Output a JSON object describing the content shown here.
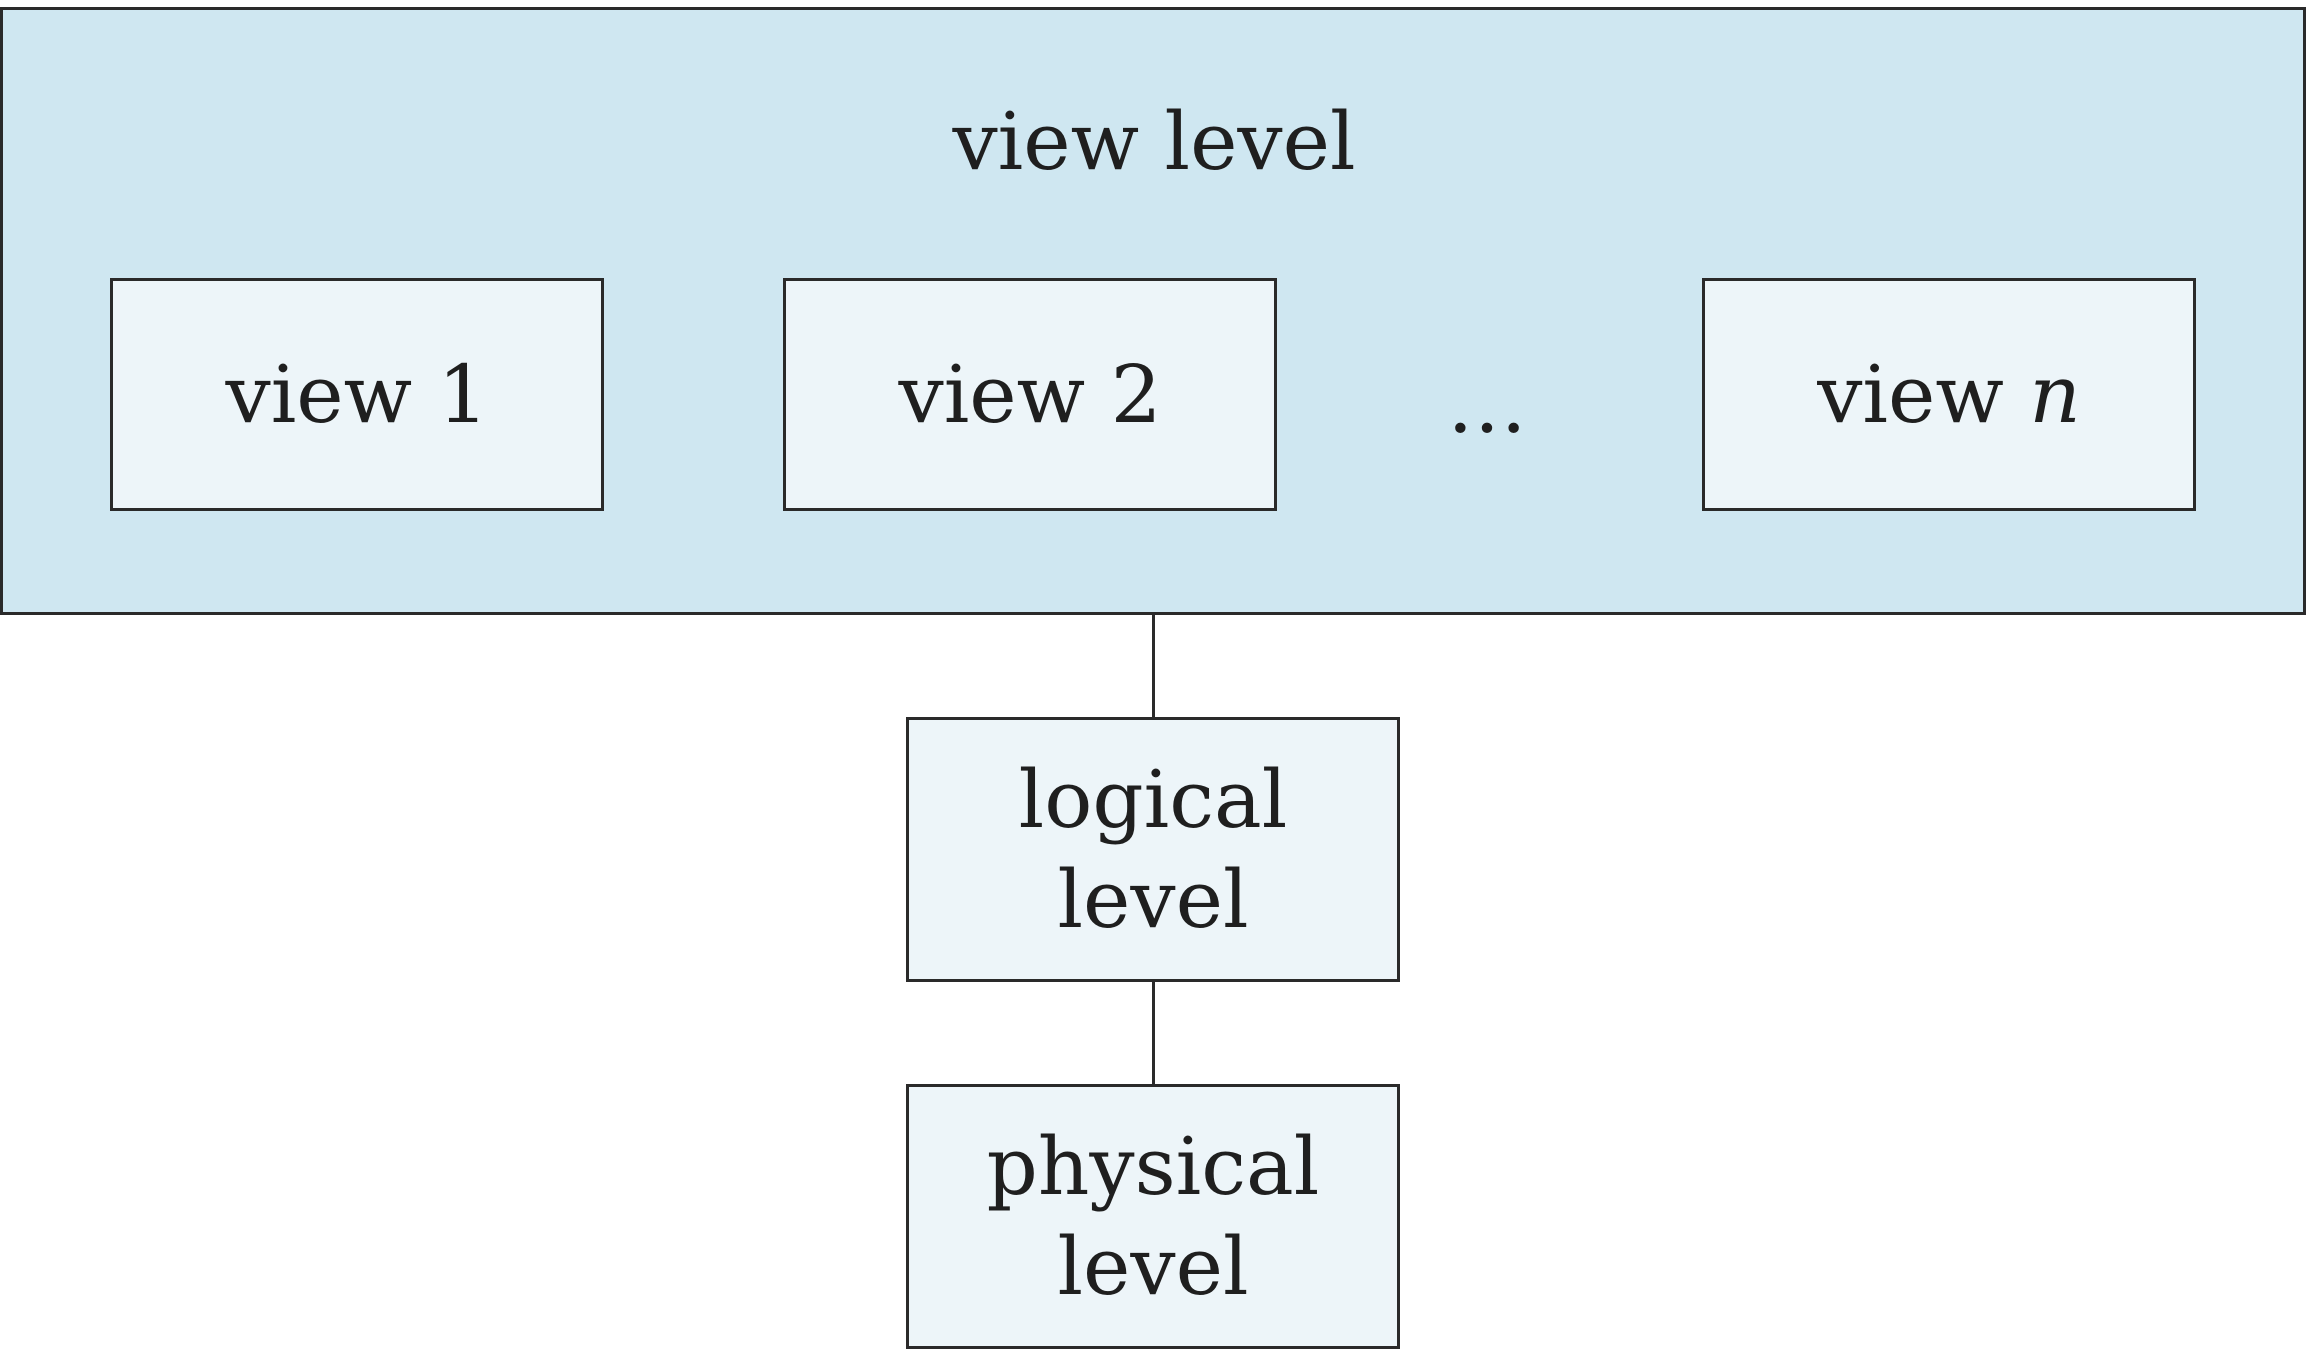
{
  "diagram": {
    "view_level": {
      "title": "view level",
      "views": [
        {
          "prefix": "view",
          "suffix": "1",
          "italic_suffix": false
        },
        {
          "prefix": "view",
          "suffix": "2",
          "italic_suffix": false
        },
        {
          "prefix": "view",
          "suffix": "n",
          "italic_suffix": true
        }
      ],
      "ellipsis": "…"
    },
    "logical_level": {
      "line1": "logical",
      "line2": "level"
    },
    "physical_level": {
      "line1": "physical",
      "line2": "level"
    },
    "colors": {
      "outer_fill": "#cfe7f1",
      "inner_fill": "#edf5f9",
      "stroke": "#2a2a2a"
    }
  }
}
